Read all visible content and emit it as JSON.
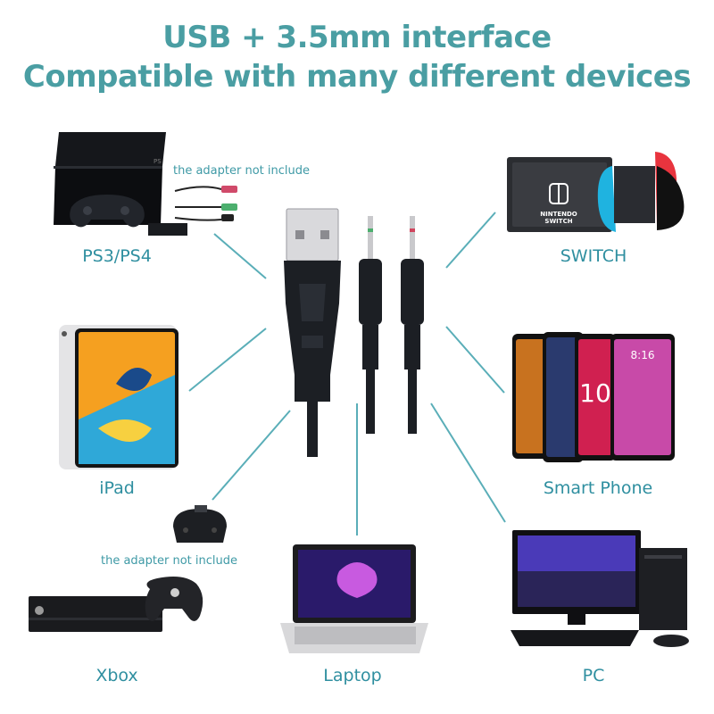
{
  "title": {
    "line1": "USB + 3.5mm interface",
    "line2": "Compatible with many different devices"
  },
  "devices": {
    "ps": "PS3/PS4",
    "switch": "SWITCH",
    "ipad": "iPad",
    "smartphone": "Smart Phone",
    "xbox": "Xbox",
    "laptop": "Laptop",
    "pc": "PC"
  },
  "notes": {
    "ps_adapter": "the adapter not include",
    "xbox_adapter": "the adapter not include"
  },
  "colors": {
    "accent": "#4a9ea3",
    "label": "#2f8fa0",
    "connector_line": "#5aaeb8",
    "cable": "#1c1f24"
  }
}
